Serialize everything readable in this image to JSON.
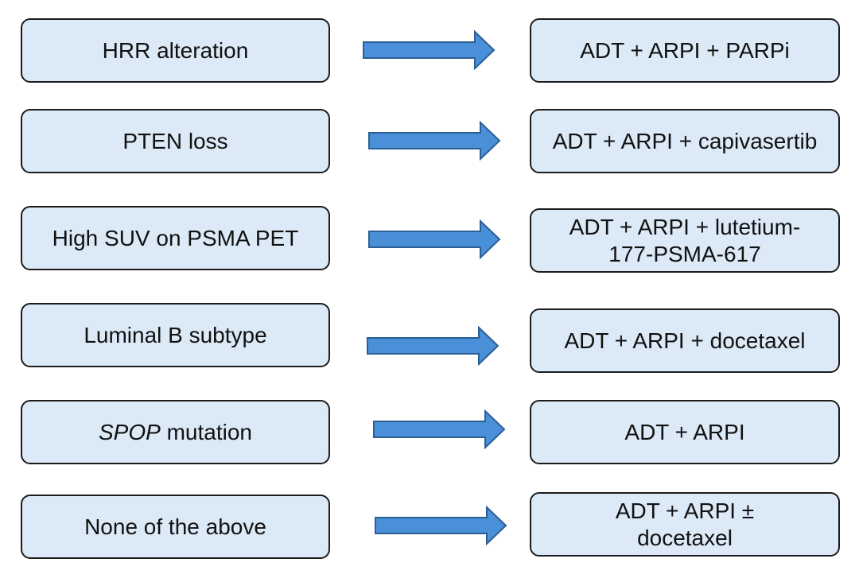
{
  "rows": [
    {
      "condition": "HRR alteration",
      "treatment": "ADT + ARPI + PARPi"
    },
    {
      "condition": "PTEN loss",
      "treatment": "ADT + ARPI + capivasertib"
    },
    {
      "condition": "High SUV on PSMA PET",
      "treatment": "ADT + ARPI + lutetium-177-PSMA-617"
    },
    {
      "condition": "Luminal B subtype",
      "treatment": "ADT + ARPI + docetaxel"
    },
    {
      "condition_italic": "SPOP",
      "condition_rest": " mutation",
      "treatment": "ADT + ARPI"
    },
    {
      "condition": "None of the above",
      "treatment": "ADT + ARPI ± docetaxel"
    }
  ],
  "colors": {
    "box_fill": "#dce9f6",
    "box_border": "#1c1c1c",
    "arrow_fill": "#4a90d9",
    "arrow_stroke": "#2c5f94"
  }
}
